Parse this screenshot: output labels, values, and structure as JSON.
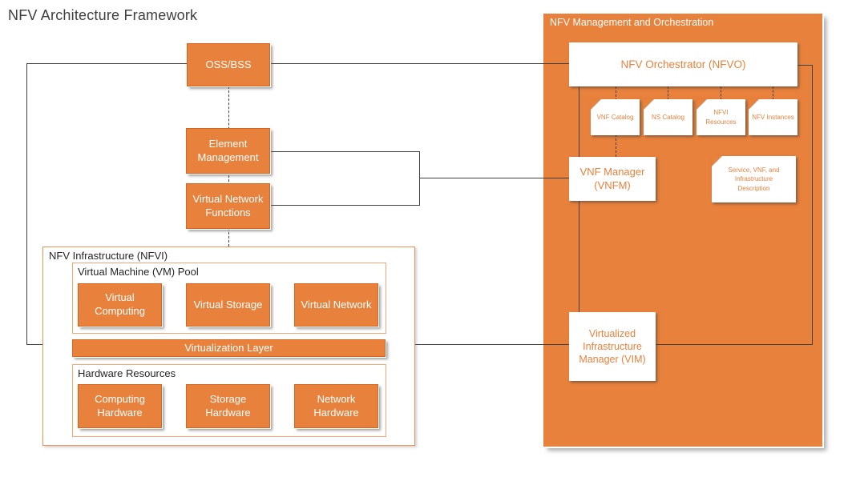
{
  "title": "NFV Architecture Framework",
  "colors": {
    "orange_fill": "#E8813C",
    "orange_border": "#D6661E",
    "orange_text": "#E8813C",
    "container_border": "#E8955C",
    "line": "#404040",
    "title_text": "#3F3F3F",
    "label_text": "#262626",
    "white": "#FFFFFF"
  },
  "left_column": {
    "oss_bss": {
      "label": "OSS/BSS"
    },
    "element_management": {
      "label": "Element Management"
    },
    "virtual_network_functions": {
      "label": "Virtual Network Functions"
    }
  },
  "nfvi": {
    "label": "NFV Infrastructure (NFVI)",
    "vm_pool": {
      "label": "Virtual Machine (VM) Pool",
      "boxes": [
        "Virtual Computing",
        "Virtual Storage",
        "Virtual Network"
      ]
    },
    "virtualization_layer": {
      "label": "Virtualization Layer"
    },
    "hardware": {
      "label": "Hardware Resources",
      "boxes": [
        "Computing Hardware",
        "Storage Hardware",
        "Network Hardware"
      ]
    }
  },
  "mano": {
    "label": "NFV Management and Orchestration",
    "nfvo": {
      "label": "NFV Orchestrator (NFVO)"
    },
    "repositories": [
      {
        "label": "VNF Catalog"
      },
      {
        "label": "NS Catalog"
      },
      {
        "label": "NFVI Resources"
      },
      {
        "label": "NFV Instances"
      }
    ],
    "vnfm": {
      "label": "VNF Manager (VNFM)"
    },
    "description": {
      "label": "Service, VNF, and Infrastructure Description"
    },
    "vim": {
      "label": "Virtualized Infrastructure Manager (VIM)"
    }
  }
}
